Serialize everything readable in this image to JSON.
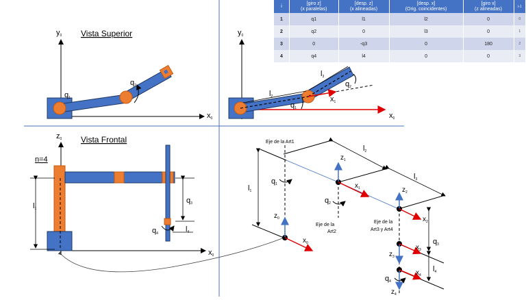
{
  "top_left": {
    "title": "Vista Superior",
    "axis_y": "y0",
    "axis_x": "x0",
    "q1": "q1",
    "q2": "q2"
  },
  "top_right": {
    "axis_y": "y0",
    "axis_x": "x0",
    "l2": "l2",
    "l3": "l3",
    "q1": "q1",
    "q2": "q2",
    "x1": "x1"
  },
  "bottom_left": {
    "title": "Vista Frontal",
    "n": "n=4",
    "axis_z": "z0",
    "axis_x": "x0",
    "l1": "l1",
    "q3": "q3",
    "q4": "q4",
    "l4": "l4"
  },
  "bottom_right": {
    "eje_art1": "Eje de la Art1",
    "eje_art2": [
      "Eje de la",
      "Art2"
    ],
    "eje_art34": [
      "Eje de la",
      "Art3 y Art4"
    ],
    "l1": "l1",
    "l2": "l2",
    "l3": "l3",
    "l4": "l4",
    "q1": "q1",
    "q2": "q2",
    "q3": "q3",
    "q4": "q4",
    "z0": "z0",
    "x0": "x0",
    "z1": "z1",
    "x1": "x1",
    "z2": "z2",
    "x2": "x2",
    "z3": "z3",
    "x3": "x3",
    "x4": "x4",
    "z4": "z4"
  },
  "dh_table": {
    "headers": [
      "i",
      "[giro z]\n(x paralelas)",
      "[desp. z]\n(x alineadas)",
      "[desp. x]\n(Orig. coincidentes)",
      "[giro x]\n(z alineadas)",
      "i-1"
    ],
    "rows": [
      [
        "1",
        "q1",
        "l1",
        "l2",
        "0",
        "0"
      ],
      [
        "2",
        "q2",
        "0",
        "l3",
        "0",
        "1"
      ],
      [
        "3",
        "0",
        "-q3",
        "0",
        "180",
        "2"
      ],
      [
        "4",
        "q4",
        "l4",
        "0",
        "0",
        "3"
      ]
    ]
  },
  "colors": {
    "link_blue": "#4472c4",
    "joint_orange": "#ed7d31",
    "axis_red": "#e00000",
    "axis_blue": "#4472c4",
    "divider": "#4472c4"
  }
}
